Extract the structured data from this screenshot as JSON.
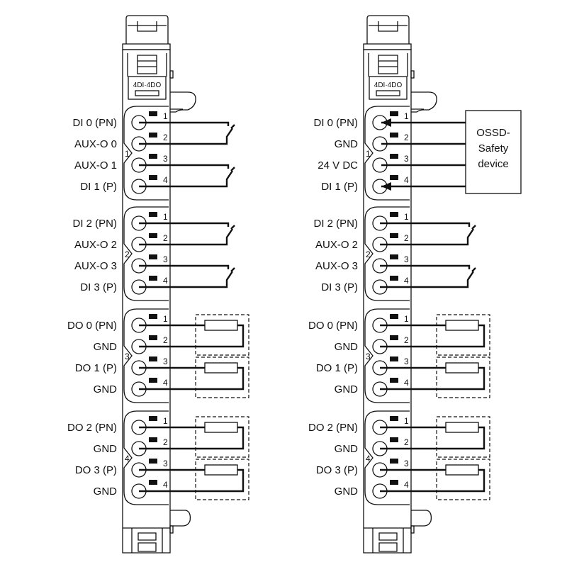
{
  "modules": [
    {
      "name": "left",
      "type_label": "4DI·4DO",
      "groups": [
        {
          "number": "1",
          "wiring": "switch",
          "terminals": [
            "DI 0 (PN)",
            "AUX-O 0",
            "AUX-O 1",
            "DI 1 (P)"
          ]
        },
        {
          "number": "2",
          "wiring": "switch",
          "terminals": [
            "DI 2 (PN)",
            "AUX-O 2",
            "AUX-O 3",
            "DI 3 (P)"
          ]
        },
        {
          "number": "3",
          "wiring": "load",
          "terminals": [
            "DO 0 (PN)",
            "GND",
            "DO 1 (P)",
            "GND"
          ]
        },
        {
          "number": "4",
          "wiring": "load",
          "terminals": [
            "DO 2 (PN)",
            "GND",
            "DO 3 (P)",
            "GND"
          ]
        }
      ]
    },
    {
      "name": "right",
      "type_label": "4DI·4DO",
      "groups": [
        {
          "number": "1",
          "wiring": "ossd",
          "terminals": [
            "DI 0 (PN)",
            "GND",
            "24 V DC",
            "DI 1 (P)"
          ]
        },
        {
          "number": "2",
          "wiring": "switch",
          "terminals": [
            "DI 2 (PN)",
            "AUX-O 2",
            "AUX-O 3",
            "DI 3 (P)"
          ]
        },
        {
          "number": "3",
          "wiring": "load",
          "terminals": [
            "DO 0 (PN)",
            "GND",
            "DO 1 (P)",
            "GND"
          ]
        },
        {
          "number": "4",
          "wiring": "load",
          "terminals": [
            "DO 2 (PN)",
            "GND",
            "DO 3 (P)",
            "GND"
          ]
        }
      ]
    }
  ],
  "terminal_numbers": [
    "1",
    "2",
    "3",
    "4"
  ],
  "ossd_device": {
    "lines": [
      "OSSD-",
      "Safety",
      "device"
    ]
  }
}
